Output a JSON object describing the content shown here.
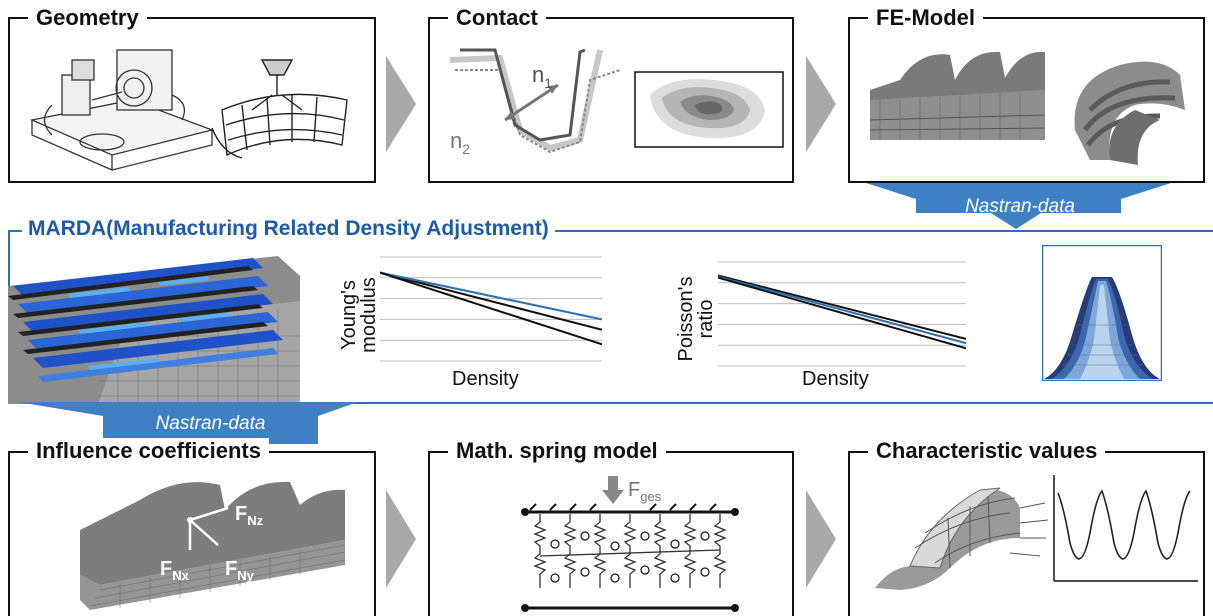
{
  "panels": {
    "geometry": {
      "title": "Geometry"
    },
    "contact": {
      "title": "Contact",
      "n1_base": "n",
      "n1_sub": "1",
      "n2_base": "n",
      "n2_sub": "2"
    },
    "fe_model": {
      "title": "FE-Model"
    },
    "influence": {
      "title": "Influence coefficients",
      "f_base": "F",
      "fnz_sub": "Nz",
      "fnx_sub": "Nx",
      "fny_sub": "Ny"
    },
    "spring": {
      "title": "Math. spring model",
      "fges_base": "F",
      "fges_sub": "ges"
    },
    "characteristic": {
      "title": "Characteristic values"
    }
  },
  "marda": {
    "title": "MARDA(Manufacturing Related Density Adjustment)",
    "nastran_top": "Nastran-data",
    "nastran_bottom": "Nastran-data"
  },
  "chart_data": [
    {
      "type": "line",
      "xlabel": "Density",
      "ylabel": "Young's modulus",
      "ylabel_lines": [
        "Young's",
        "modulus"
      ],
      "x": [
        0,
        1
      ],
      "series": [
        {
          "values": [
            0.85,
            0.3
          ],
          "color": "#111111"
        },
        {
          "values": [
            0.85,
            0.4
          ],
          "color": "#2e6fb5"
        },
        {
          "values": [
            0.85,
            0.16
          ],
          "color": "#111111"
        }
      ],
      "grid": true
    },
    {
      "type": "line",
      "xlabel": "Density",
      "ylabel": "Poisson's ratio",
      "ylabel_lines": [
        "Poisson's",
        "ratio"
      ],
      "x": [
        0,
        1
      ],
      "series": [
        {
          "values": [
            0.87,
            0.26
          ],
          "color": "#111111"
        },
        {
          "values": [
            0.86,
            0.22
          ],
          "color": "#2e6fb5"
        },
        {
          "values": [
            0.85,
            0.17
          ],
          "color": "#111111"
        }
      ],
      "grid": true
    }
  ],
  "colors": {
    "arrow_gray": "#a9a9a9",
    "marda_blue": "#2e6fb5",
    "banner_blue": "#3f7fc4"
  }
}
